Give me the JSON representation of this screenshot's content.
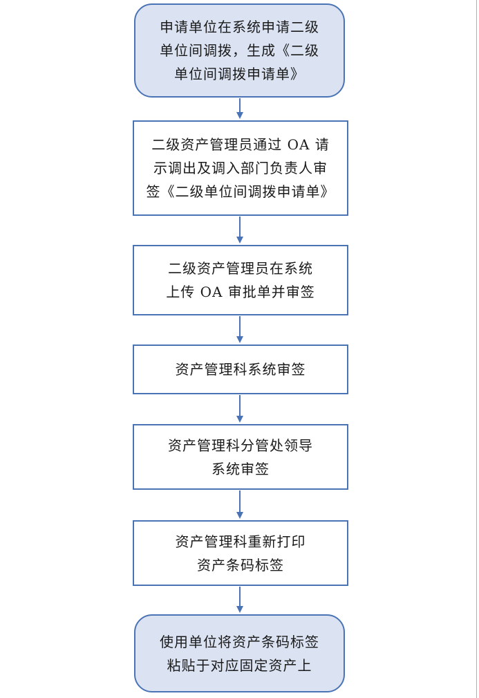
{
  "flow": {
    "steps": [
      {
        "id": "step-1",
        "kind": "terminal",
        "text": "申请单位在系统申请二级\n单位间调拨，生成《二级\n单位间调拨申请单》"
      },
      {
        "id": "step-2",
        "kind": "process",
        "text": "二级资产管理员通过 OA 请\n示调出及调入部门负责人审\n签《二级单位间调拨申请单》"
      },
      {
        "id": "step-3",
        "kind": "process",
        "text": "二级资产管理员在系统\n上传 OA 审批单并审签"
      },
      {
        "id": "step-4",
        "kind": "process",
        "text": "资产管理科系统审签"
      },
      {
        "id": "step-5",
        "kind": "process",
        "text": "资产管理科分管处领导\n系统审签"
      },
      {
        "id": "step-6",
        "kind": "process",
        "text": "资产管理科重新打印\n资产条码标签"
      },
      {
        "id": "step-7",
        "kind": "terminal",
        "text": "使用单位将资产条码标签\n粘贴于对应固定资产上"
      }
    ]
  },
  "colors": {
    "border": "#4a73b5",
    "terminal_fill": "#dbe3f3",
    "process_fill": "#ffffff",
    "arrow": "#4a73b5"
  }
}
